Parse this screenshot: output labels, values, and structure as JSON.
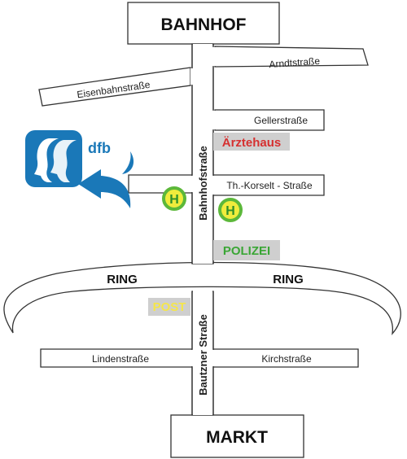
{
  "places": {
    "bahnhof": "BAHNHOF",
    "markt": "MARKT"
  },
  "streets": {
    "arndt": "Arndtstraße",
    "eisenbahn": "Eisenbahnstraße",
    "geller": "Gellerstraße",
    "korselt": "Th.-Korselt - Straße",
    "bahnhof": "Bahnhofstraße",
    "bautzner": "Bautzner Straße",
    "linden": "Lindenstraße",
    "kirch": "Kirchstraße",
    "ring_left": "RING",
    "ring_right": "RING"
  },
  "pois": {
    "aerztehaus": "Ärztehaus",
    "polizei": "POLIZEI",
    "post": "POST",
    "bus_stop_symbol": "H"
  },
  "logo": {
    "text": "dfb",
    "icon": "two-faces-profile-icon",
    "arrow_icon": "curved-arrow-left-icon"
  },
  "colors": {
    "road_outline": "#333333",
    "logo_blue": "#1a78b8",
    "aerztehaus_red": "#d63030",
    "polizei_green": "#3aa635",
    "post_yellow": "#f5e64a",
    "poi_bg": "#cfcfcf",
    "bus_stop_fill": "#f0ec3c",
    "bus_stop_ring": "#5cb83a"
  }
}
